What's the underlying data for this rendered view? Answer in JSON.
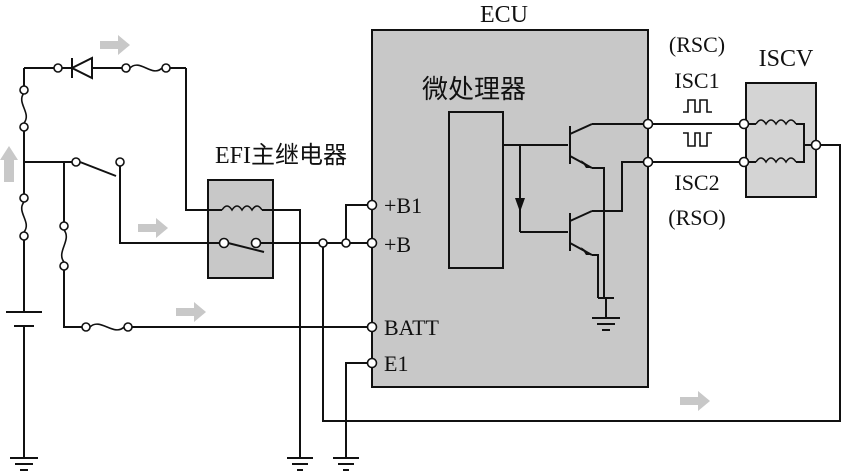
{
  "labels": {
    "ecu": "ECU",
    "microprocessor": "微处理器",
    "efi_relay": "EFI主继电器",
    "iscv": "ISCV",
    "rsc": "(RSC)",
    "isc1": "ISC1",
    "isc2": "ISC2",
    "rso": "(RSO)",
    "pin_b1": "+B1",
    "pin_b": "+B",
    "pin_batt": "BATT",
    "pin_e1": "E1"
  },
  "colors": {
    "ecu_fill": "#c8c8c8",
    "relay_fill": "#c8c8c8",
    "iscv_fill": "#d4d4d4",
    "wire": "#111111",
    "flow_arrow": "#c8c8c8"
  }
}
